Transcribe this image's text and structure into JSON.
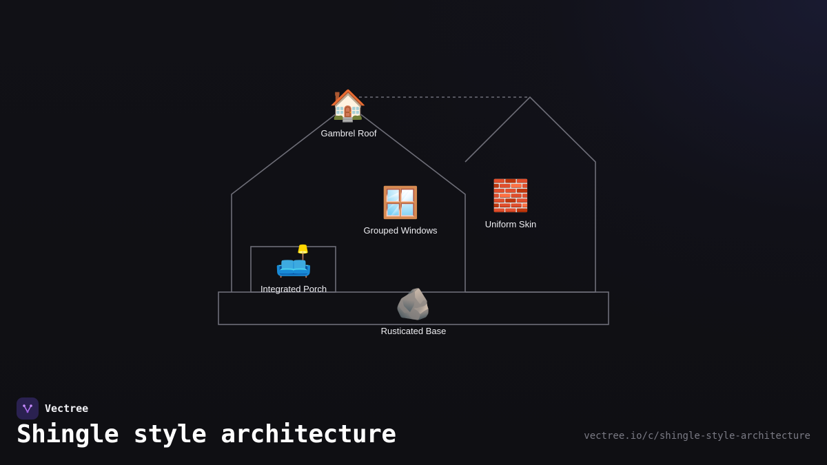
{
  "brand": {
    "name": "Vectree",
    "logo_icon": "vectree-logo-icon",
    "accent": "#b070f0"
  },
  "title": "Shingle style architecture",
  "url": "vectree.io/c/shingle-style-architecture",
  "diagram": {
    "stroke_color": "#6e6e78",
    "nodes": [
      {
        "id": "gambrel-roof",
        "label": "Gambrel Roof",
        "icon": "house-icon",
        "glyph": "🏠"
      },
      {
        "id": "grouped-windows",
        "label": "Grouped Windows",
        "icon": "window-icon",
        "glyph": "🪟"
      },
      {
        "id": "uniform-skin",
        "label": "Uniform Skin",
        "icon": "brick-icon",
        "glyph": "🧱"
      },
      {
        "id": "integrated-porch",
        "label": "Integrated Porch",
        "icon": "couch-and-lamp-icon",
        "glyph": "🛋️"
      },
      {
        "id": "rusticated-base",
        "label": "Rusticated Base",
        "icon": "rock-icon",
        "glyph": "🪨"
      }
    ]
  }
}
